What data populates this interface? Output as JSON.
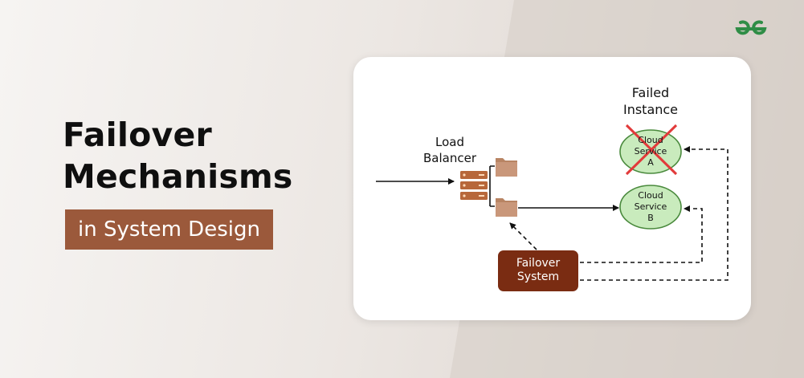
{
  "header": {
    "title_line1": "Failover",
    "title_line2": "Mechanisms",
    "subtitle": "in System Design"
  },
  "logo": {
    "icon": "gfg-logo-icon",
    "color": "#2f8d46"
  },
  "diagram": {
    "load_balancer_line1": "Load",
    "load_balancer_line2": "Balancer",
    "failed_line1": "Failed",
    "failed_line2": "Instance",
    "service_a_line1": "Cloud",
    "service_a_line2": "Service",
    "service_a_line3": "A",
    "service_b_line1": "Cloud",
    "service_b_line2": "Service",
    "service_b_line3": "B",
    "failover_line1": "Failover",
    "failover_line2": "System",
    "colors": {
      "service_fill": "#c9ebbd",
      "service_stroke": "#4a8a3d",
      "failed_cross": "#e23a3a",
      "failover_box": "#7a2c12",
      "server": "#b7673a",
      "folder": "#b88463",
      "subtitle_bg": "#9b593b"
    }
  }
}
